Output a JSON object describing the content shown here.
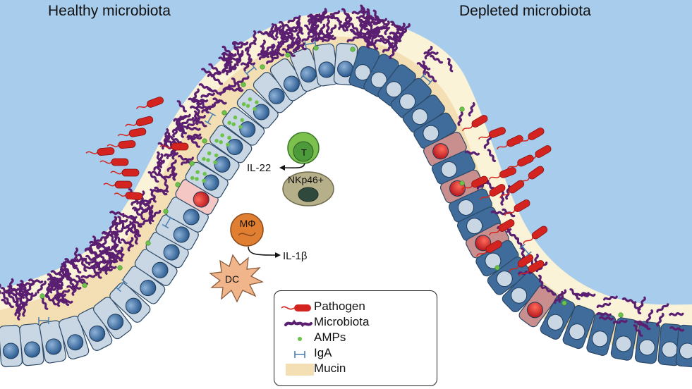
{
  "titles": {
    "left": "Healthy microbiota",
    "right": "Depleted microbiota"
  },
  "cells": {
    "t_cell": "T",
    "nk_cell": "NKp46+",
    "macrophage": "MΦ",
    "dendritic_cell": "DC"
  },
  "cytokines": {
    "il22": "IL-22",
    "il1b": "IL-1β"
  },
  "legend": {
    "pathogen": "Pathogen",
    "microbiota": "Microbiota",
    "amps": "AMPs",
    "iga": "IgA",
    "mucin": "Mucin"
  },
  "colors": {
    "lumen": "#a8ccec",
    "mucin": "#f3dfb3",
    "mucin_outer": "#fbf3d8",
    "cell_light": "#c9d7e4",
    "cell_dark": "#3f6c9a",
    "nucleus": "#2d5e93",
    "pathogen": "#d42420",
    "microbiota": "#5b1f72",
    "amp": "#6cc24a",
    "t_cell": "#7cc04e",
    "nk_cell": "#b5b08a",
    "macrophage": "#e07f32",
    "dendritic": "#f0b58a"
  }
}
